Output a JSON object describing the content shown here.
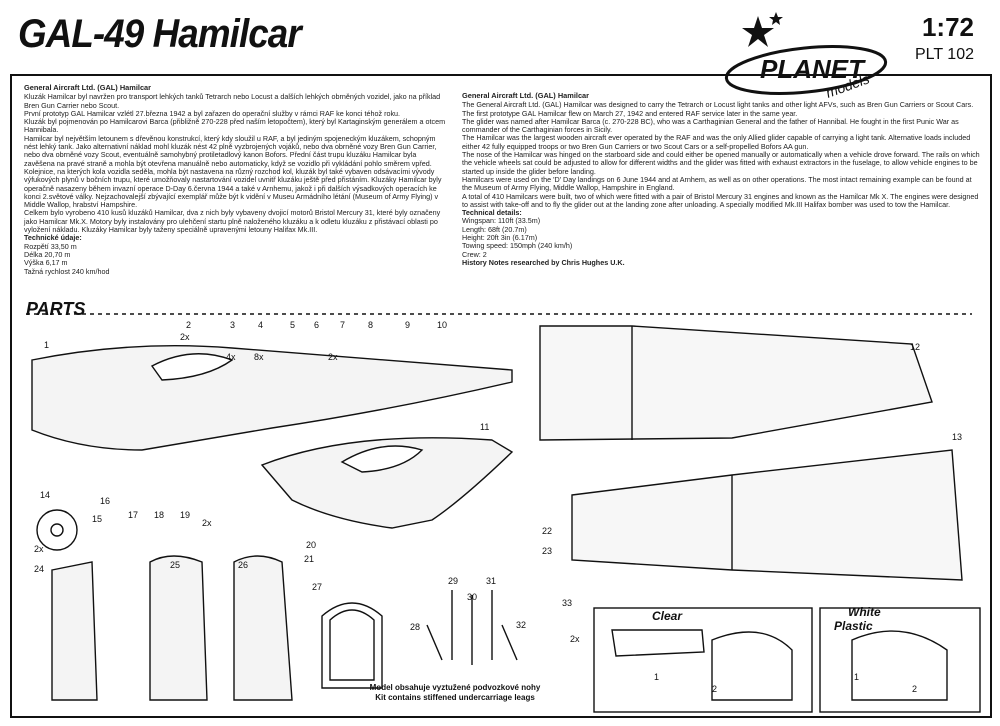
{
  "header": {
    "title": "GAL-49 Hamilcar",
    "scale": "1:72",
    "code": "PLT 102",
    "logo_text_1": "PLANET",
    "logo_text_2": "models"
  },
  "czech": {
    "heading": "General Aircraft Ltd. (GAL) Hamilcar",
    "paragraphs": [
      "Kluzák Hamilcar byl navržen pro transport lehkých tanků Tetrarch nebo Locust a dalších lehkých obrněných vozidel, jako na příklad Bren Gun Carrier nebo Scout.",
      "První prototyp GAL Hamilcar vzlétl 27.března 1942 a byl zařazen do operační služby v rámci RAF ke konci téhož roku.",
      "Kluzák byl pojmenován po Hamilcarovi Barca (přibližně 270-228 před naším letopočtem), který byl Kartaginským generálem a otcem Hannibala.",
      "Hamilcar byl největším letounem s dřevěnou konstrukcí, který kdy sloužil u RAF, a byl jediným spojeneckým kluzákem, schopným nést lehký tank. Jako alternativní náklad mohl kluzák nést 42 plně vyzbrojených vojáků, nebo dva obrněné vozy Bren Gun Carrier, nebo dva obrněné vozy Scout, eventuálně samohybný protiletadlový kanon Bofors. Přední část trupu kluzáku Hamilcar byla zavěšena na pravé straně a mohla být otevřena manuálně nebo automaticky, když se vozidlo při vykládání pohlo směrem vpřed. Kolejnice, na kterých kola vozidla seděla, mohla být nastavena na různý rozchod kol, kluzák byl také vybaven odsávacími vývody výfukových plynů v bočních trupu, které umožňovaly nastartování vozidel uvnitř kluzáku ještě před přistáním. Kluzáky Hamilcar byly operačně nasazeny během invazní operace D-Day 6.června 1944 a také v Arnhemu, jakož i při dalších výsadkových operacích ke konci 2.světové války. Nejzachovalejší zbývající exemplář může být k vidění v Museu Armádního létání (Museum of Army Flying) v Middle Wallop, hrabství Hampshire.",
      "Celkem bylo vyrobeno 410 kusů kluzáků Hamilcar, dva z nich byly vybaveny dvojicí motorů Bristol Mercury 31, které byly označeny jako Hamilcar Mk.X. Motory byly instalovány pro ulehčení startu plně naloženého kluzáku a k odletu kluzáku z přistávací oblasti po vyložení nákladu. Kluzáky Hamilcar byly taženy speciálně upravenými letouny Halifax Mk.III."
    ],
    "tech_heading": "Technické údaje:",
    "tech": [
      "Rozpětí 33,50 m",
      "Délka 20,70 m",
      "Výška 6,17 m",
      "Tažná rychlost 240 km/hod"
    ]
  },
  "english": {
    "heading": "General Aircraft Ltd. (GAL) Hamilcar",
    "paragraphs": [
      "The General Aircraft Ltd. (GAL) Hamilcar was designed to carry the Tetrarch or Locust light tanks and other light AFVs, such as Bren Gun Carriers or Scout Cars. The first prototype GAL Hamilcar flew on March 27, 1942 and entered RAF service later in the same year.",
      "The glider was named after Hamilcar Barca (c. 270-228 BC), who was a Carthaginian General and the father of Hannibal. He fought in the first Punic War as commander of the Carthaginian forces in Sicily.",
      "The Hamilcar was the largest wooden aircraft ever operated by the RAF and was the only Allied glider capable of carrying a light tank. Alternative loads included either 42 fully equipped troops or two Bren Gun Carriers or two Scout Cars or a self-propelled Bofors AA gun.",
      "The nose of the Hamilcar was hinged on the starboard side and could either be opened manually or automatically when a vehicle drove forward. The rails on which the vehicle wheels sat could be adjusted to allow for different widths and the glider was fitted with exhaust extractors in the fuselage, to allow vehicle engines to be started up inside the glider before landing.",
      "Hamilcars were used on the 'D' Day landings on 6 June 1944 and at Arnhem, as well as on other operations. The most intact remaining example can be found at the Museum of Army Flying, Middle Wallop, Hampshire in England.",
      "A total of 410 Hamilcars were built, two of which were fitted with a pair of Bristol Mercury 31 engines and known as the Hamilcar Mk X. The engines were designed to assist with take-off and to fly the glider out at the landing zone after unloading. A specially modified Mk.III Halifax bomber was used to tow the Hamilcar."
    ],
    "tech_heading": "Technical details:",
    "tech": [
      "Wingspan: 110ft (33.5m)",
      "Length: 68ft (20.7m)",
      "Height: 20ft 3in (6.17m)",
      "Towing speed: 150mph (240 km/h)",
      "Crew: 2"
    ],
    "credit": "History Notes researched by Chris Hughes U.K."
  },
  "parts": {
    "heading": "PARTS",
    "numbers": [
      "1",
      "2",
      "3",
      "4",
      "5",
      "6",
      "7",
      "8",
      "9",
      "10",
      "11",
      "12",
      "13",
      "14",
      "15",
      "16",
      "17",
      "18",
      "19",
      "20",
      "21",
      "22",
      "23",
      "24",
      "25",
      "26",
      "27",
      "28",
      "29",
      "30",
      "31",
      "32",
      "33"
    ],
    "multipliers": {
      "m2": "2x",
      "m4": "4x",
      "m8": "8x",
      "m2b": "2x",
      "m2c": "2x",
      "m2d": "2x",
      "m2e": "2x"
    },
    "clear_label": "Clear",
    "white_label": "White",
    "plastic_label": "Plastic",
    "clear_numbers": [
      "1",
      "2"
    ],
    "white_numbers": [
      "1",
      "2"
    ],
    "footnote_cz": "Model obsahuje vyztužené podvozkové nohy",
    "footnote_en": "Kit contains stiffened undercarriage leags"
  }
}
